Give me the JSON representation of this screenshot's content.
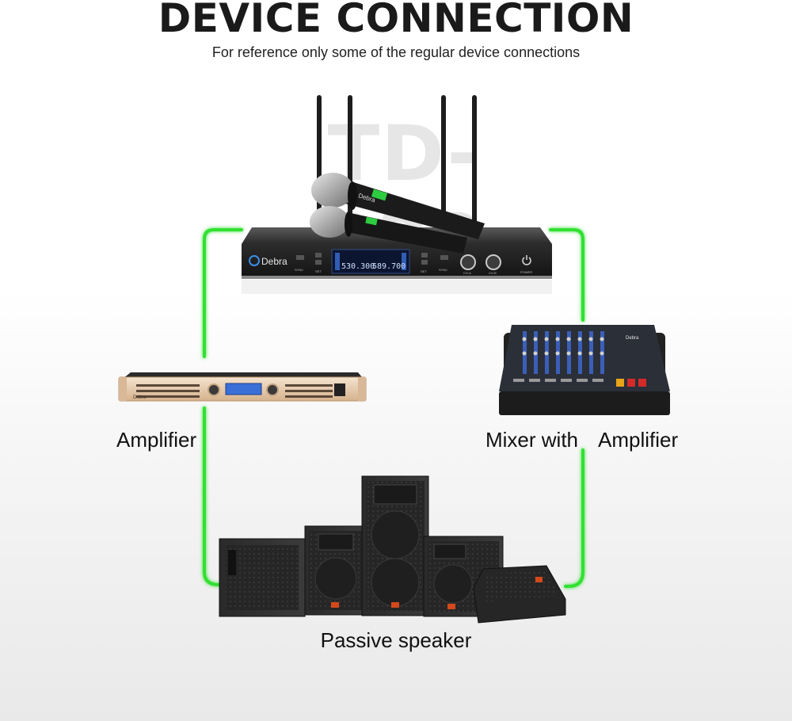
{
  "header": {
    "title": "DEVICE CONNECTION",
    "subtitle": "For reference only some of the regular device connections"
  },
  "watermark": "TD-220",
  "receiver": {
    "brand": "Debra",
    "channel_a_freq": "530.300",
    "channel_b_freq": "589.700",
    "labels": {
      "sync_left": "SYNC",
      "set_left": "SET",
      "set_right": "SET",
      "sync_right": "SYNC",
      "ch_a": "CH-A",
      "ch_b": "CH-B",
      "power": "POWER"
    }
  },
  "microphones": {
    "brand": "Debra"
  },
  "amplifier": {
    "brand": "Debra",
    "label": "Amplifier"
  },
  "mixer": {
    "brand": "Debra",
    "label_part1": "Mixer with",
    "label_part2": "Amplifier"
  },
  "speakers": {
    "label": "Passive speaker"
  },
  "colors": {
    "connection": "#33e033",
    "device_dark": "#1e1e1e",
    "amp_gold": "#e6c9a8",
    "lcd_blue": "#3a6fd8"
  },
  "icons": [
    "power-icon",
    "brand-logo-icon"
  ]
}
